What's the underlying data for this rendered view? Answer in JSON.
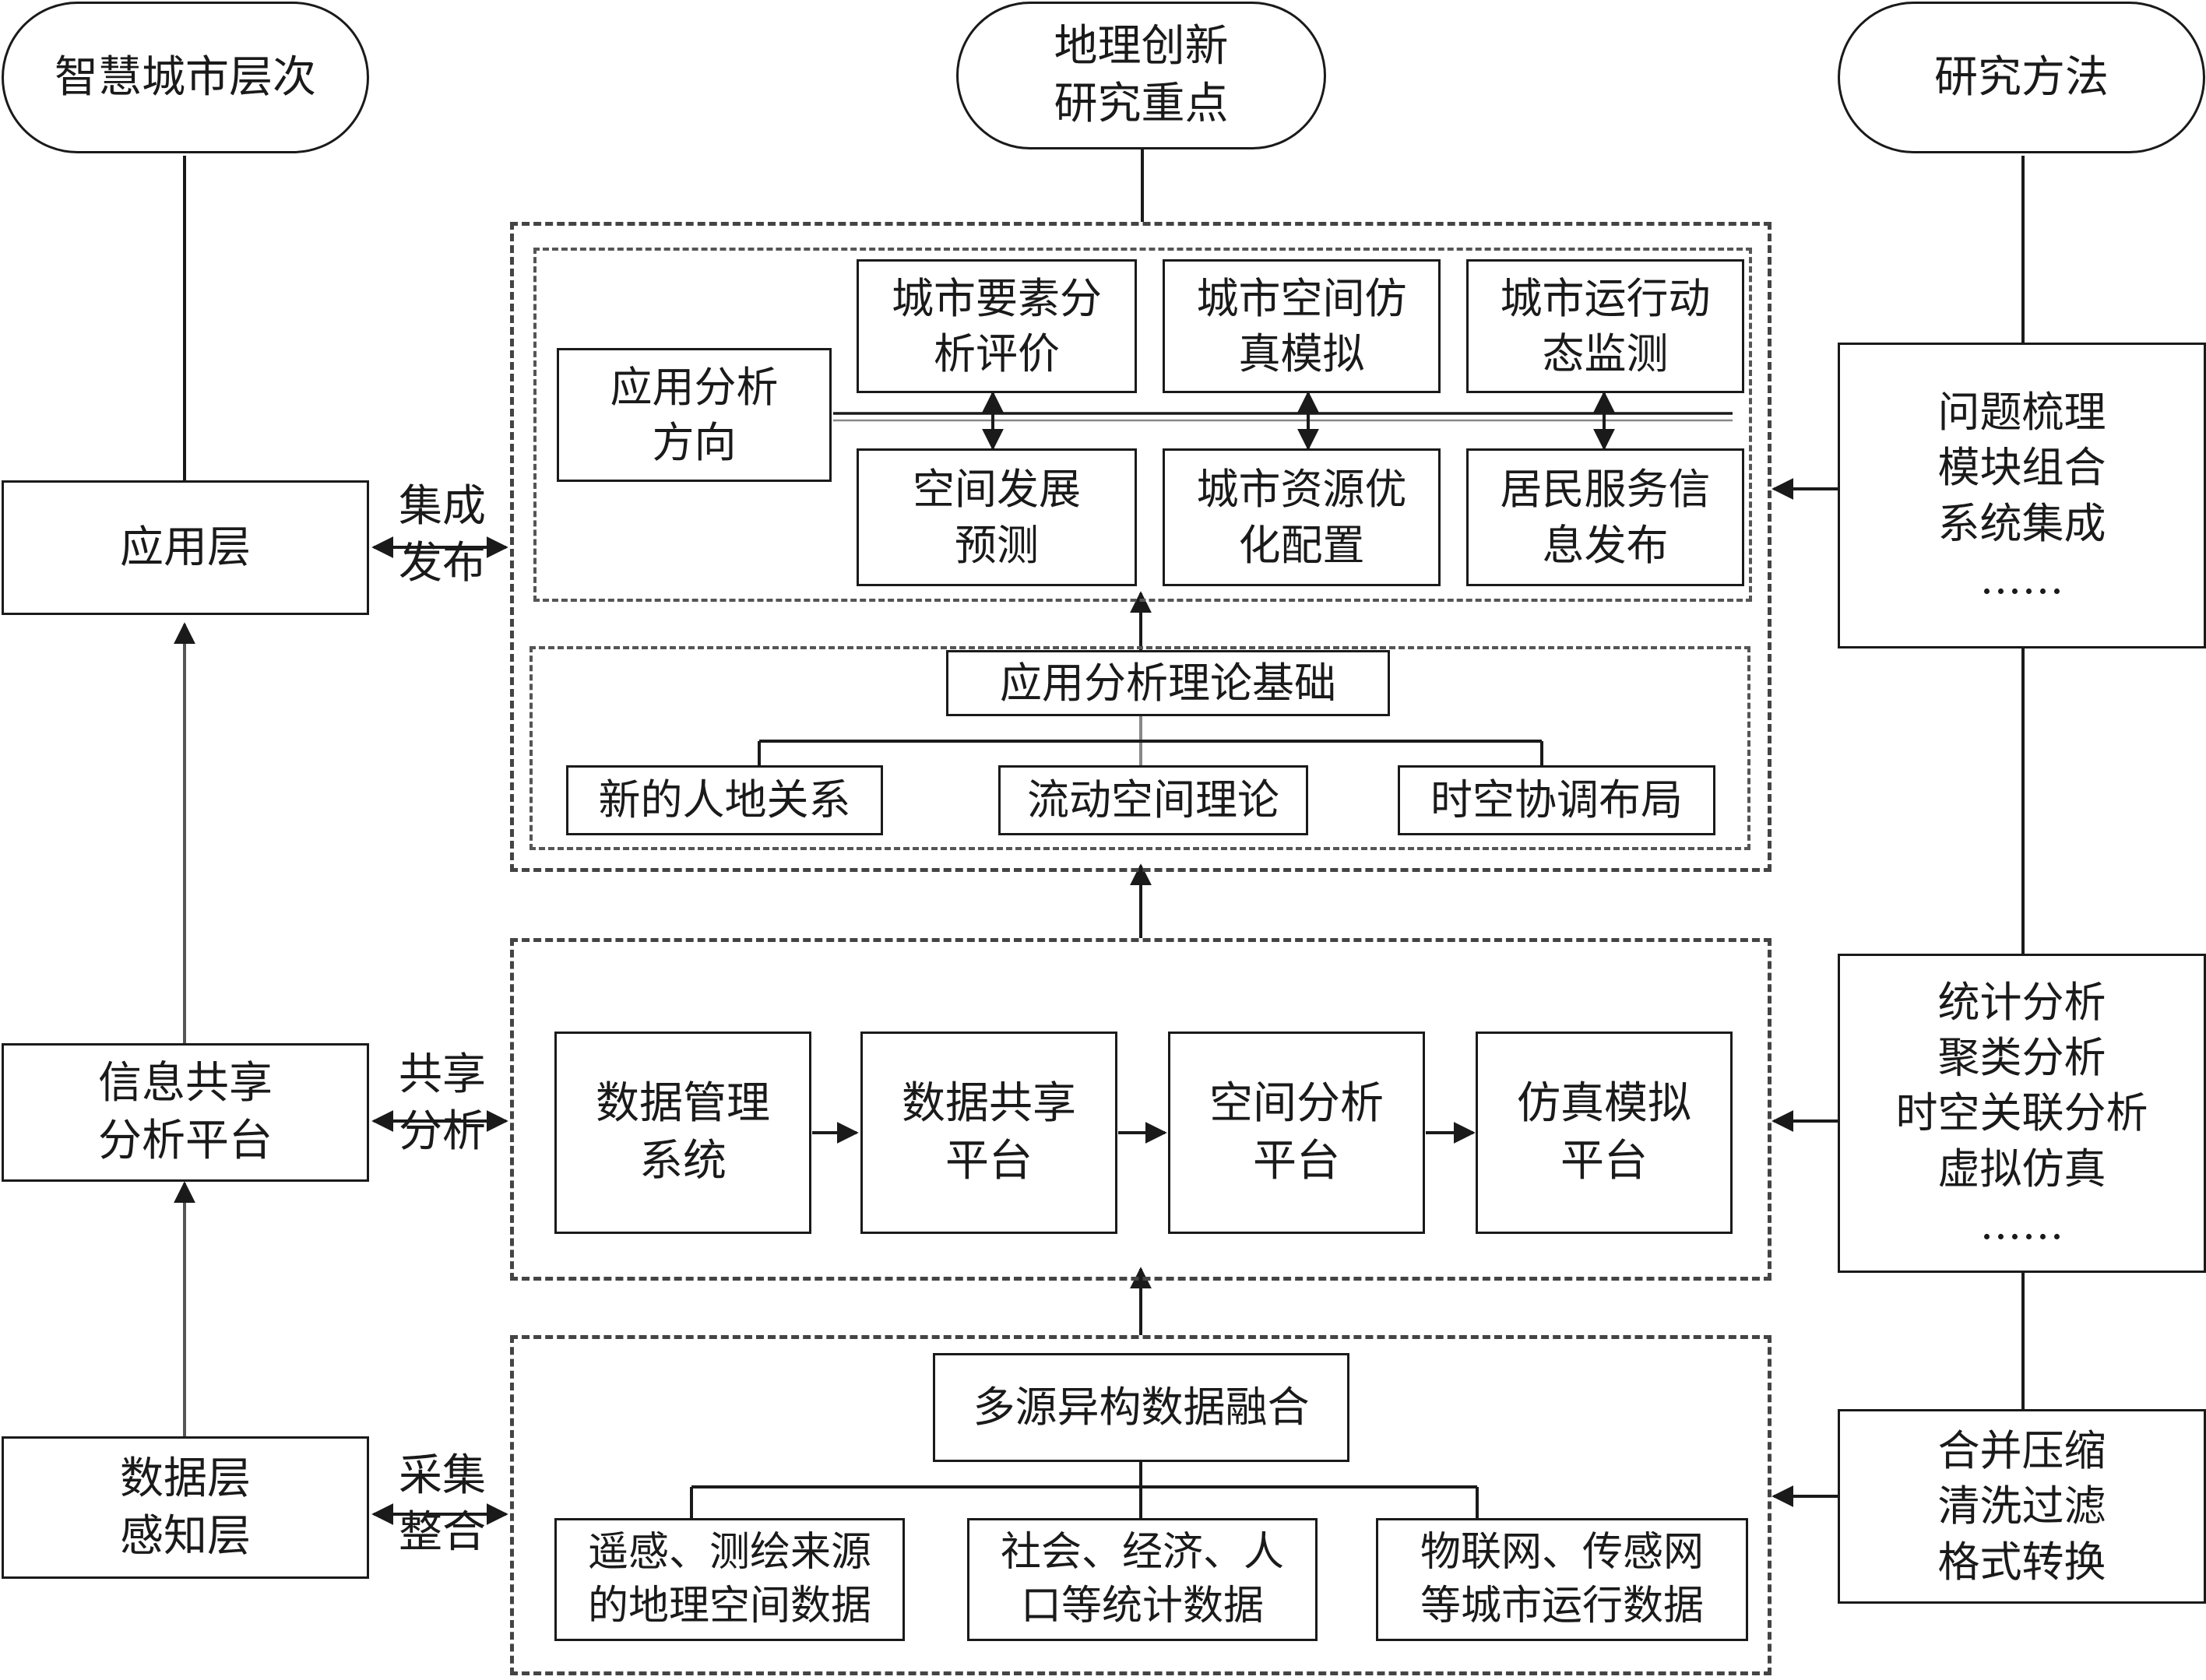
{
  "headers": {
    "levels": "智慧城市层次",
    "focus": "地理创新\n研究重点",
    "methods": "研究方法"
  },
  "levels": {
    "application": "应用层",
    "platform": "信息共享\n分析平台",
    "data": "数据层\n感知层"
  },
  "connectors": {
    "top": "集成\n发布",
    "middle": "共享\n分析",
    "bottom": "采集\n整合"
  },
  "application_section": {
    "direction_label": "应用分析\n方向",
    "top_items": [
      "城市要素分\n析评价",
      "城市空间仿\n真模拟",
      "城市运行动\n态监测"
    ],
    "bottom_items": [
      "空间发展\n预测",
      "城市资源优\n化配置",
      "居民服务信\n息发布"
    ],
    "theory_title": "应用分析理论基础",
    "theories": [
      "新的人地关系",
      "流动空间理论",
      "时空协调布局"
    ]
  },
  "platform_section": {
    "items": [
      "数据管理\n系统",
      "数据共享\n平台",
      "空间分析\n平台",
      "仿真模拟\n平台"
    ]
  },
  "data_section": {
    "fusion_title": "多源异构数据融合",
    "sources": [
      "遥感、测绘来源\n的地理空间数据",
      "社会、经济、人\n口等统计数据",
      "物联网、传感网\n等城市运行数据"
    ]
  },
  "methods": {
    "top": "问题梳理\n模块组合\n系统集成\n……",
    "middle": "统计分析\n聚类分析\n时空关联分析\n虚拟仿真\n……",
    "bottom": "合并压缩\n清洗过滤\n格式转换"
  }
}
